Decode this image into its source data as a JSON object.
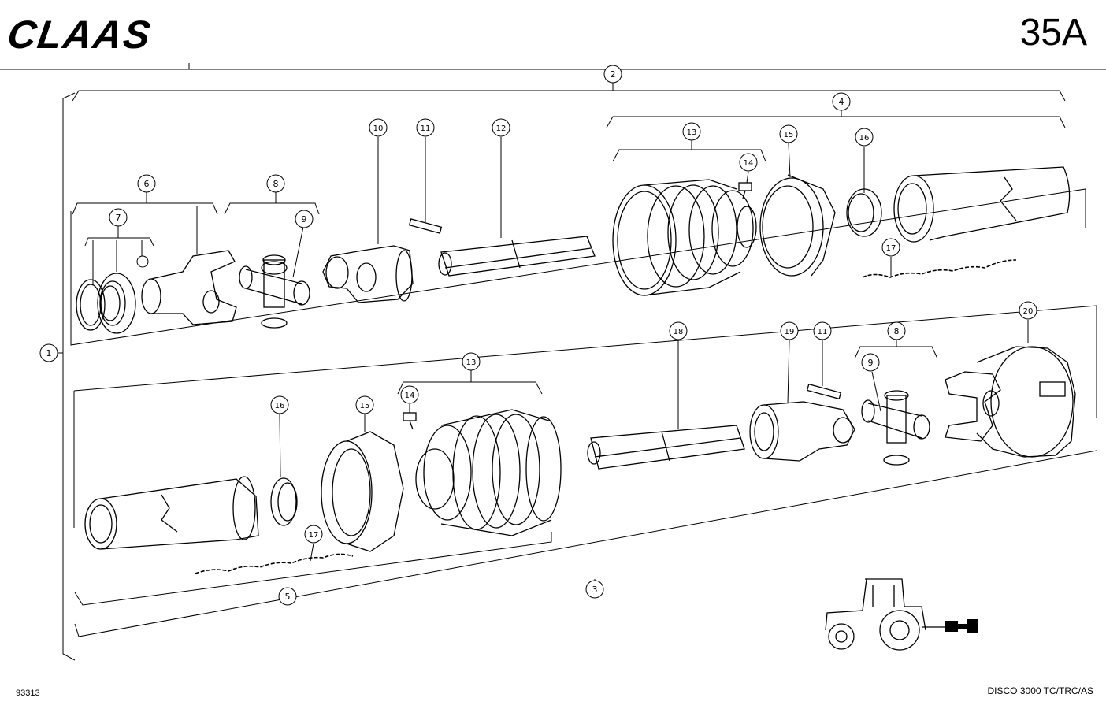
{
  "header": {
    "brand": "CLAAS",
    "page_code": "35A"
  },
  "footer": {
    "drawing_id": "93313",
    "model_name": "DISCO 3000 TC/TRC/AS"
  },
  "callouts": {
    "c1": "1",
    "c2": "2",
    "c3": "3",
    "c4": "4",
    "c5": "5",
    "c6": "6",
    "c7": "7",
    "c8a": "8",
    "c9a": "9",
    "c10": "10",
    "c11a": "11",
    "c12": "12",
    "c13a": "13",
    "c14a": "14",
    "c15a": "15",
    "c16a": "16",
    "c17a": "17",
    "c13b": "13",
    "c14b": "14",
    "c15b": "15",
    "c16b": "16",
    "c17b": "17",
    "c18": "18",
    "c19": "19",
    "c11b": "11",
    "c8b": "8",
    "c9b": "9",
    "c20": "20"
  },
  "icons": {
    "tractor": "tractor-icon"
  },
  "colors": {
    "line": "#000000",
    "background": "#ffffff"
  }
}
